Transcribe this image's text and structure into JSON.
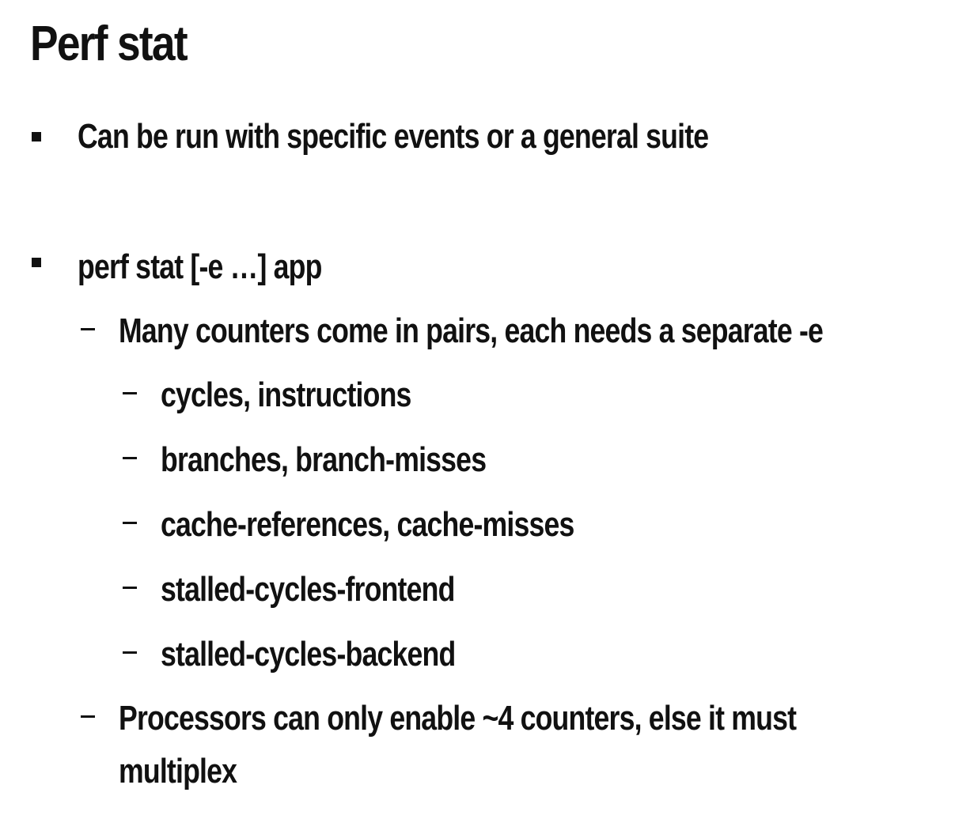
{
  "slide": {
    "title": "Perf stat",
    "bullets": [
      {
        "text": "Can be run with specific events or a general suite"
      },
      {
        "text": "perf stat [-e …] app",
        "subitems": [
          {
            "text": "Many counters come in pairs, each needs a separate -e",
            "subitems": [
              "cycles, instructions",
              "branches, branch-misses",
              "cache-references, cache-misses",
              "stalled-cycles-frontend",
              "stalled-cycles-backend"
            ]
          },
          {
            "text_line1": "Processors can only enable ~4 counters, else it must",
            "text_line2": "multiplex"
          }
        ]
      }
    ]
  }
}
